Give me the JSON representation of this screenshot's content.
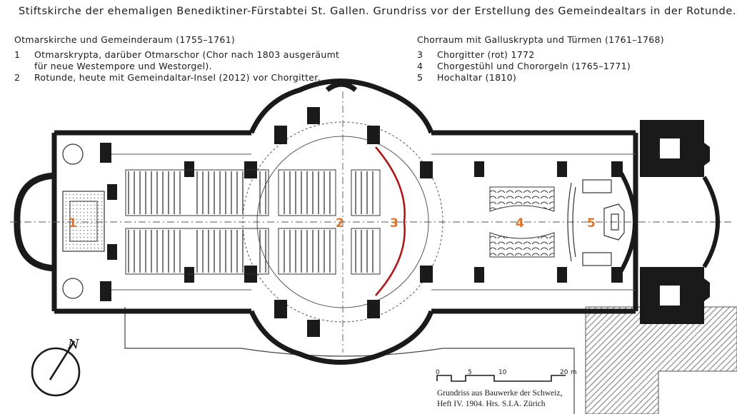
{
  "title": "Stiftskirche der ehemaligen Benediktiner-Fürstabtei St. Gallen.  Grundriss vor der Erstellung des Gemeindealtars in der Rotunde.",
  "left_section": {
    "heading": "Otmarskirche und Gemeinderaum (1755–1761)",
    "items": [
      {
        "num": "1",
        "text": "Otmarskrypta, darüber Otmarschor (Chor nach 1803 ausgeräumt",
        "cont": "für neue Westempore und Westorgel)."
      },
      {
        "num": "2",
        "text": "Rotunde, heute mit Gemeindaltar-Insel (2012) vor Chorgitter.",
        "cont": ""
      }
    ]
  },
  "right_section": {
    "heading": "Chorraum mit Galluskrypta und Türmen (1761–1768)",
    "items": [
      {
        "num": "3",
        "text": "Chorgitter (rot) 1772"
      },
      {
        "num": "4",
        "text": "Chorgestühl und Chororgeln (1765–1771)"
      },
      {
        "num": "5",
        "text": "Hochaltar (1810)"
      }
    ]
  },
  "plan_labels": [
    "1",
    "2",
    "3",
    "4",
    "5"
  ],
  "compass": {
    "label": "N"
  },
  "scale_bar": {
    "ticks": [
      "0",
      "5",
      "10",
      "20"
    ],
    "unit": "m"
  },
  "source": {
    "line1": "Grundriss aus Bauwerke der Schweiz,",
    "line2": "Heft IV. 1904. Hrs. S.I.A. Zürich"
  },
  "colors": {
    "label_orange": "#e0742a",
    "choir_screen_red": "#b01818",
    "wall": "#1a1a1a",
    "hatch_gray": "#8a8a8a"
  }
}
